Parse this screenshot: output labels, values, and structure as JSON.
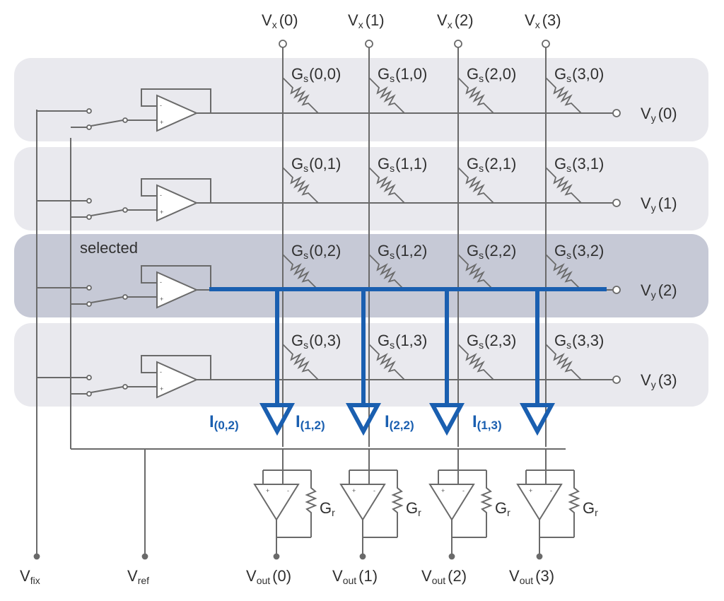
{
  "colors": {
    "row_band": "#e9e9ee",
    "selected_band": "#c6c9d6",
    "wire": "#6a6a6a",
    "current": "#1a5fb0",
    "text": "#303030"
  },
  "selected_label": "selected",
  "selected_row": 2,
  "columns": [
    {
      "main": "V",
      "sub": "x",
      "index": "(0)"
    },
    {
      "main": "V",
      "sub": "x",
      "index": "(1)"
    },
    {
      "main": "V",
      "sub": "x",
      "index": "(2)"
    },
    {
      "main": "V",
      "sub": "x",
      "index": "(3)"
    }
  ],
  "rows": [
    {
      "main": "V",
      "sub": "y",
      "index": "(0)"
    },
    {
      "main": "V",
      "sub": "y",
      "index": "(1)"
    },
    {
      "main": "V",
      "sub": "y",
      "index": "(2)"
    },
    {
      "main": "V",
      "sub": "y",
      "index": "(3)"
    }
  ],
  "cells": [
    [
      "(0,0)",
      "(1,0)",
      "(2,0)",
      "(3,0)"
    ],
    [
      "(0,1)",
      "(1,1)",
      "(2,1)",
      "(3,1)"
    ],
    [
      "(0,2)",
      "(1,2)",
      "(2,2)",
      "(3,2)"
    ],
    [
      "(0,3)",
      "(1,3)",
      "(2,3)",
      "(3,3)"
    ]
  ],
  "cell_main": "G",
  "cell_sub": "s",
  "currents": [
    {
      "main": "I",
      "sub": "(0,2)"
    },
    {
      "main": "I",
      "sub": "(1,2)"
    },
    {
      "main": "I",
      "sub": "(2,2)"
    },
    {
      "main": "I",
      "sub": "(1,3)"
    }
  ],
  "feedback_main": "G",
  "feedback_sub": "r",
  "outputs": [
    {
      "main": "V",
      "sub": "out",
      "index": "(0)"
    },
    {
      "main": "V",
      "sub": "out",
      "index": "(1)"
    },
    {
      "main": "V",
      "sub": "out",
      "index": "(2)"
    },
    {
      "main": "V",
      "sub": "out",
      "index": "(3)"
    }
  ],
  "vfix": {
    "main": "V",
    "sub": "fix"
  },
  "vref": {
    "main": "V",
    "sub": "ref"
  }
}
